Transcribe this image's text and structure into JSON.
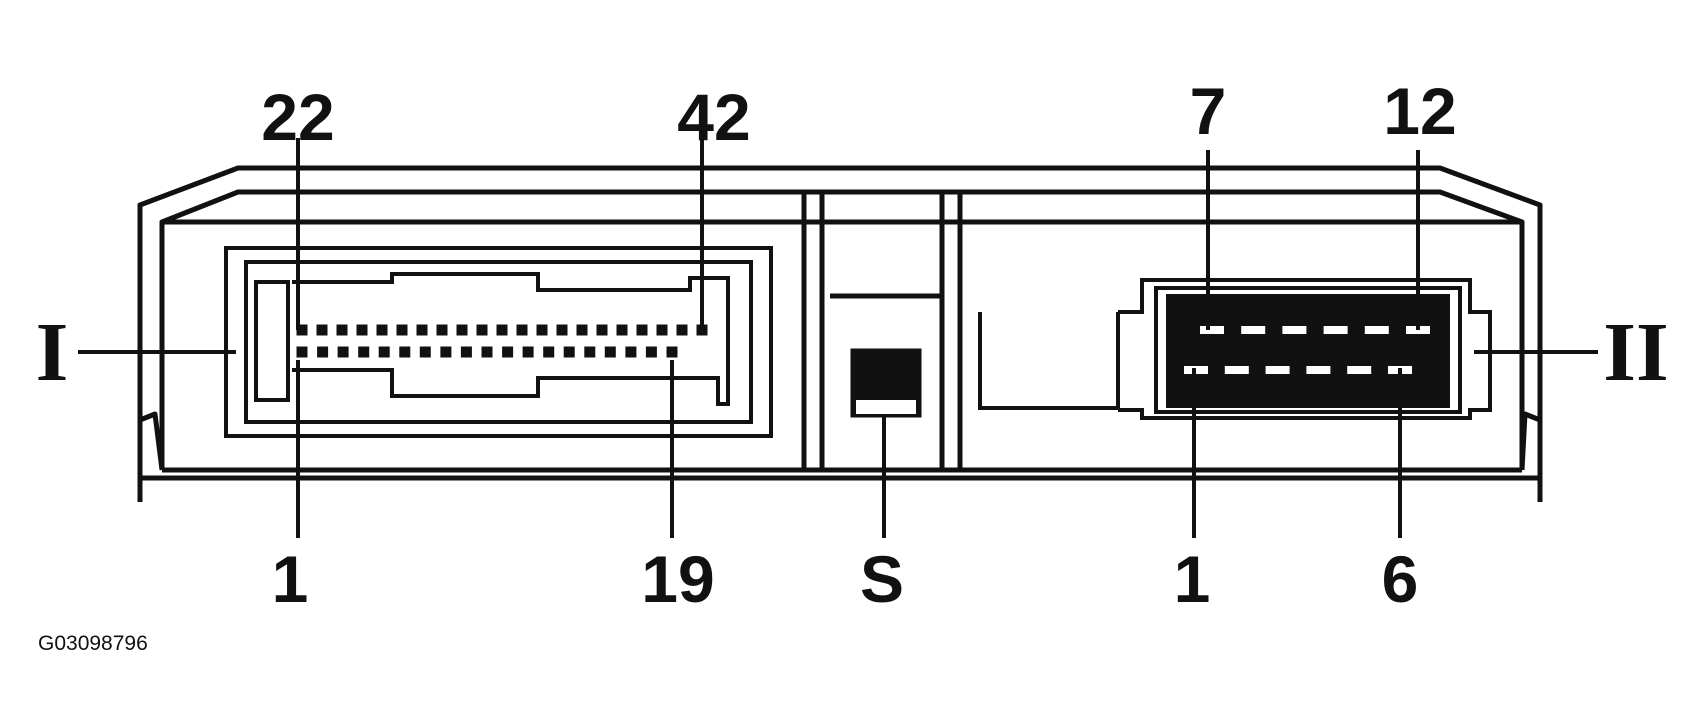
{
  "labels": {
    "connector_i_pin_22": "22",
    "connector_i_pin_42": "42",
    "connector_i_pin_1": "1",
    "connector_i_pin_19": "19",
    "service_socket": "S",
    "connector_ii_pin_7": "7",
    "connector_ii_pin_12": "12",
    "connector_ii_pin_1": "1",
    "connector_ii_pin_6": "6",
    "connector_i": "I",
    "connector_ii": "II"
  },
  "figure_id": "G03098796",
  "connector_i": {
    "upper_row_pins": 21,
    "lower_row_pins": 19
  },
  "connector_ii": {
    "upper_row_pins": 6,
    "lower_row_pins": 6
  }
}
